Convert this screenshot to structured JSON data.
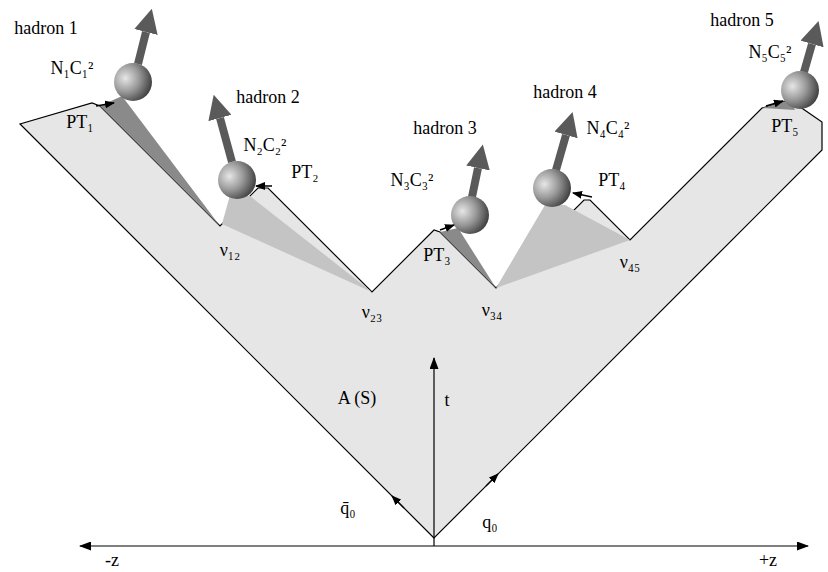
{
  "diagram": {
    "labels": [
      "hadron 1",
      "N₁C₁²",
      "hadron 5",
      "N₅C₅²",
      "hadron 2",
      "hadron 4",
      "N₂C₂²",
      "hadron 3",
      "N₄C₄²",
      "N₃C₃²",
      "PT₁",
      "PT₅",
      "PT₂",
      "PT₄",
      "PT₃",
      "ν₁₂",
      "ν₄₅",
      "ν₂₃",
      "ν₃₄",
      "A (S)",
      "t",
      "q̄₀",
      "q₀",
      "-z",
      "+z"
    ]
  }
}
